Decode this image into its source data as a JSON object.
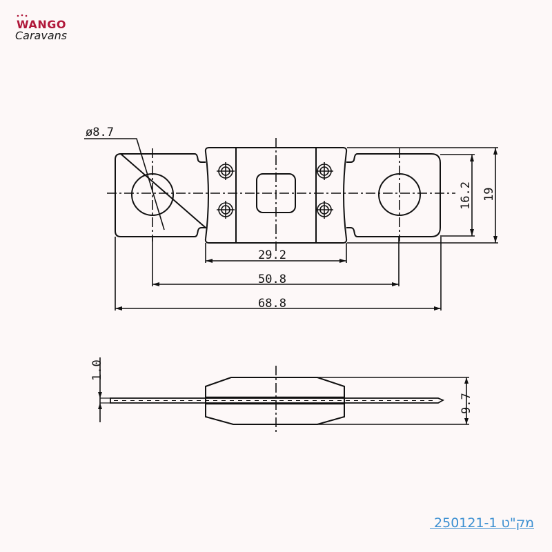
{
  "logo": {
    "line1": "WANGO",
    "line2": "Caravans",
    "brand_color": "#b0183a",
    "text_color": "#1b1b1b"
  },
  "drawing": {
    "top_view": {
      "diameter_label": "ø8.7",
      "width_label_inner": "29.2",
      "width_label_middle": "50.8",
      "width_label_overall": "68.8",
      "height_label_inner": "16.2",
      "height_label_outer": "19"
    },
    "side_view": {
      "thickness_label": "1.0",
      "height_label": "9.7"
    },
    "line_color": "#111111"
  },
  "footer": {
    "part_number_text": " 250121-1 מק\"ט",
    "link_color": "#3b8fd1"
  }
}
